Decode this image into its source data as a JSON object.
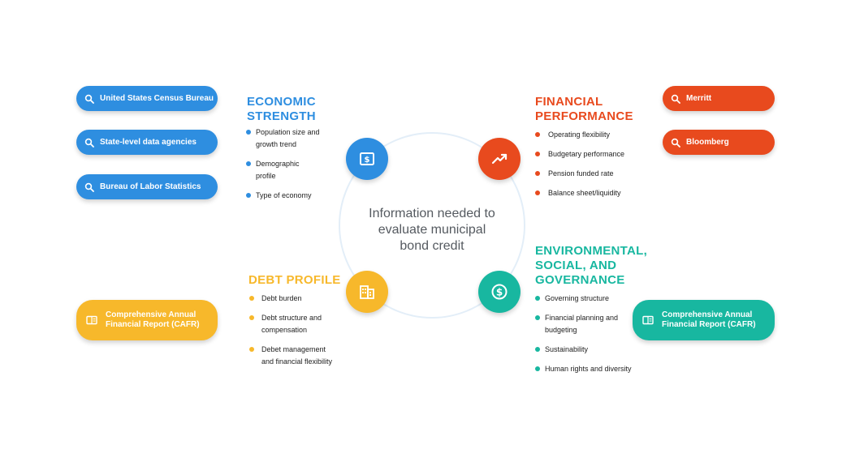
{
  "center": {
    "lines": [
      "Information needed to",
      "evaluate municipal",
      "bond credit"
    ]
  },
  "colors": {
    "economic": "#2e8ee0",
    "financial": "#e84a1e",
    "debt": "#f7b82b",
    "esg": "#18b7a0"
  },
  "economic": {
    "heading": [
      "ECONOMIC",
      "STRENGTH"
    ],
    "bullets": [
      [
        "Population size and",
        "growth trend"
      ],
      [
        "Demographic",
        "profile"
      ],
      [
        "Type of economy"
      ]
    ],
    "sources": [
      "United States Census Bureau",
      "State-level data agencies",
      "Bureau of Labor Statistics"
    ]
  },
  "financial": {
    "heading": [
      "FINANCIAL",
      "PERFORMANCE"
    ],
    "bullets": [
      [
        "Operating flexibility"
      ],
      [
        "Budgetary performance"
      ],
      [
        "Pension funded rate"
      ],
      [
        "Balance sheet/liquidity"
      ]
    ],
    "sources": [
      "Merritt",
      "Bloomberg"
    ]
  },
  "debt": {
    "heading": [
      "DEBT PROFILE"
    ],
    "bullets": [
      [
        "Debt burden"
      ],
      [
        "Debt structure and",
        "compensation"
      ],
      [
        "Debet management",
        "and financial flexibility"
      ]
    ],
    "source": [
      "Comprehensive Annual",
      "Financial Report (CAFR)"
    ]
  },
  "esg": {
    "heading": [
      "ENVIRONMENTAL,",
      "SOCIAL, AND",
      "GOVERNANCE"
    ],
    "bullets": [
      [
        "Governing structure"
      ],
      [
        "Financial planning and",
        "budgeting"
      ],
      [
        "Sustainability"
      ],
      [
        "Human rights and diversity"
      ]
    ],
    "source": [
      "Comprehensive Annual",
      "Financial Report (CAFR)"
    ]
  },
  "icons": {
    "economic": "dollar-bill-icon",
    "financial": "trending-up-icon",
    "debt": "building-icon",
    "esg": "dollar-coin-icon",
    "search": "search-icon",
    "report": "report-icon"
  }
}
